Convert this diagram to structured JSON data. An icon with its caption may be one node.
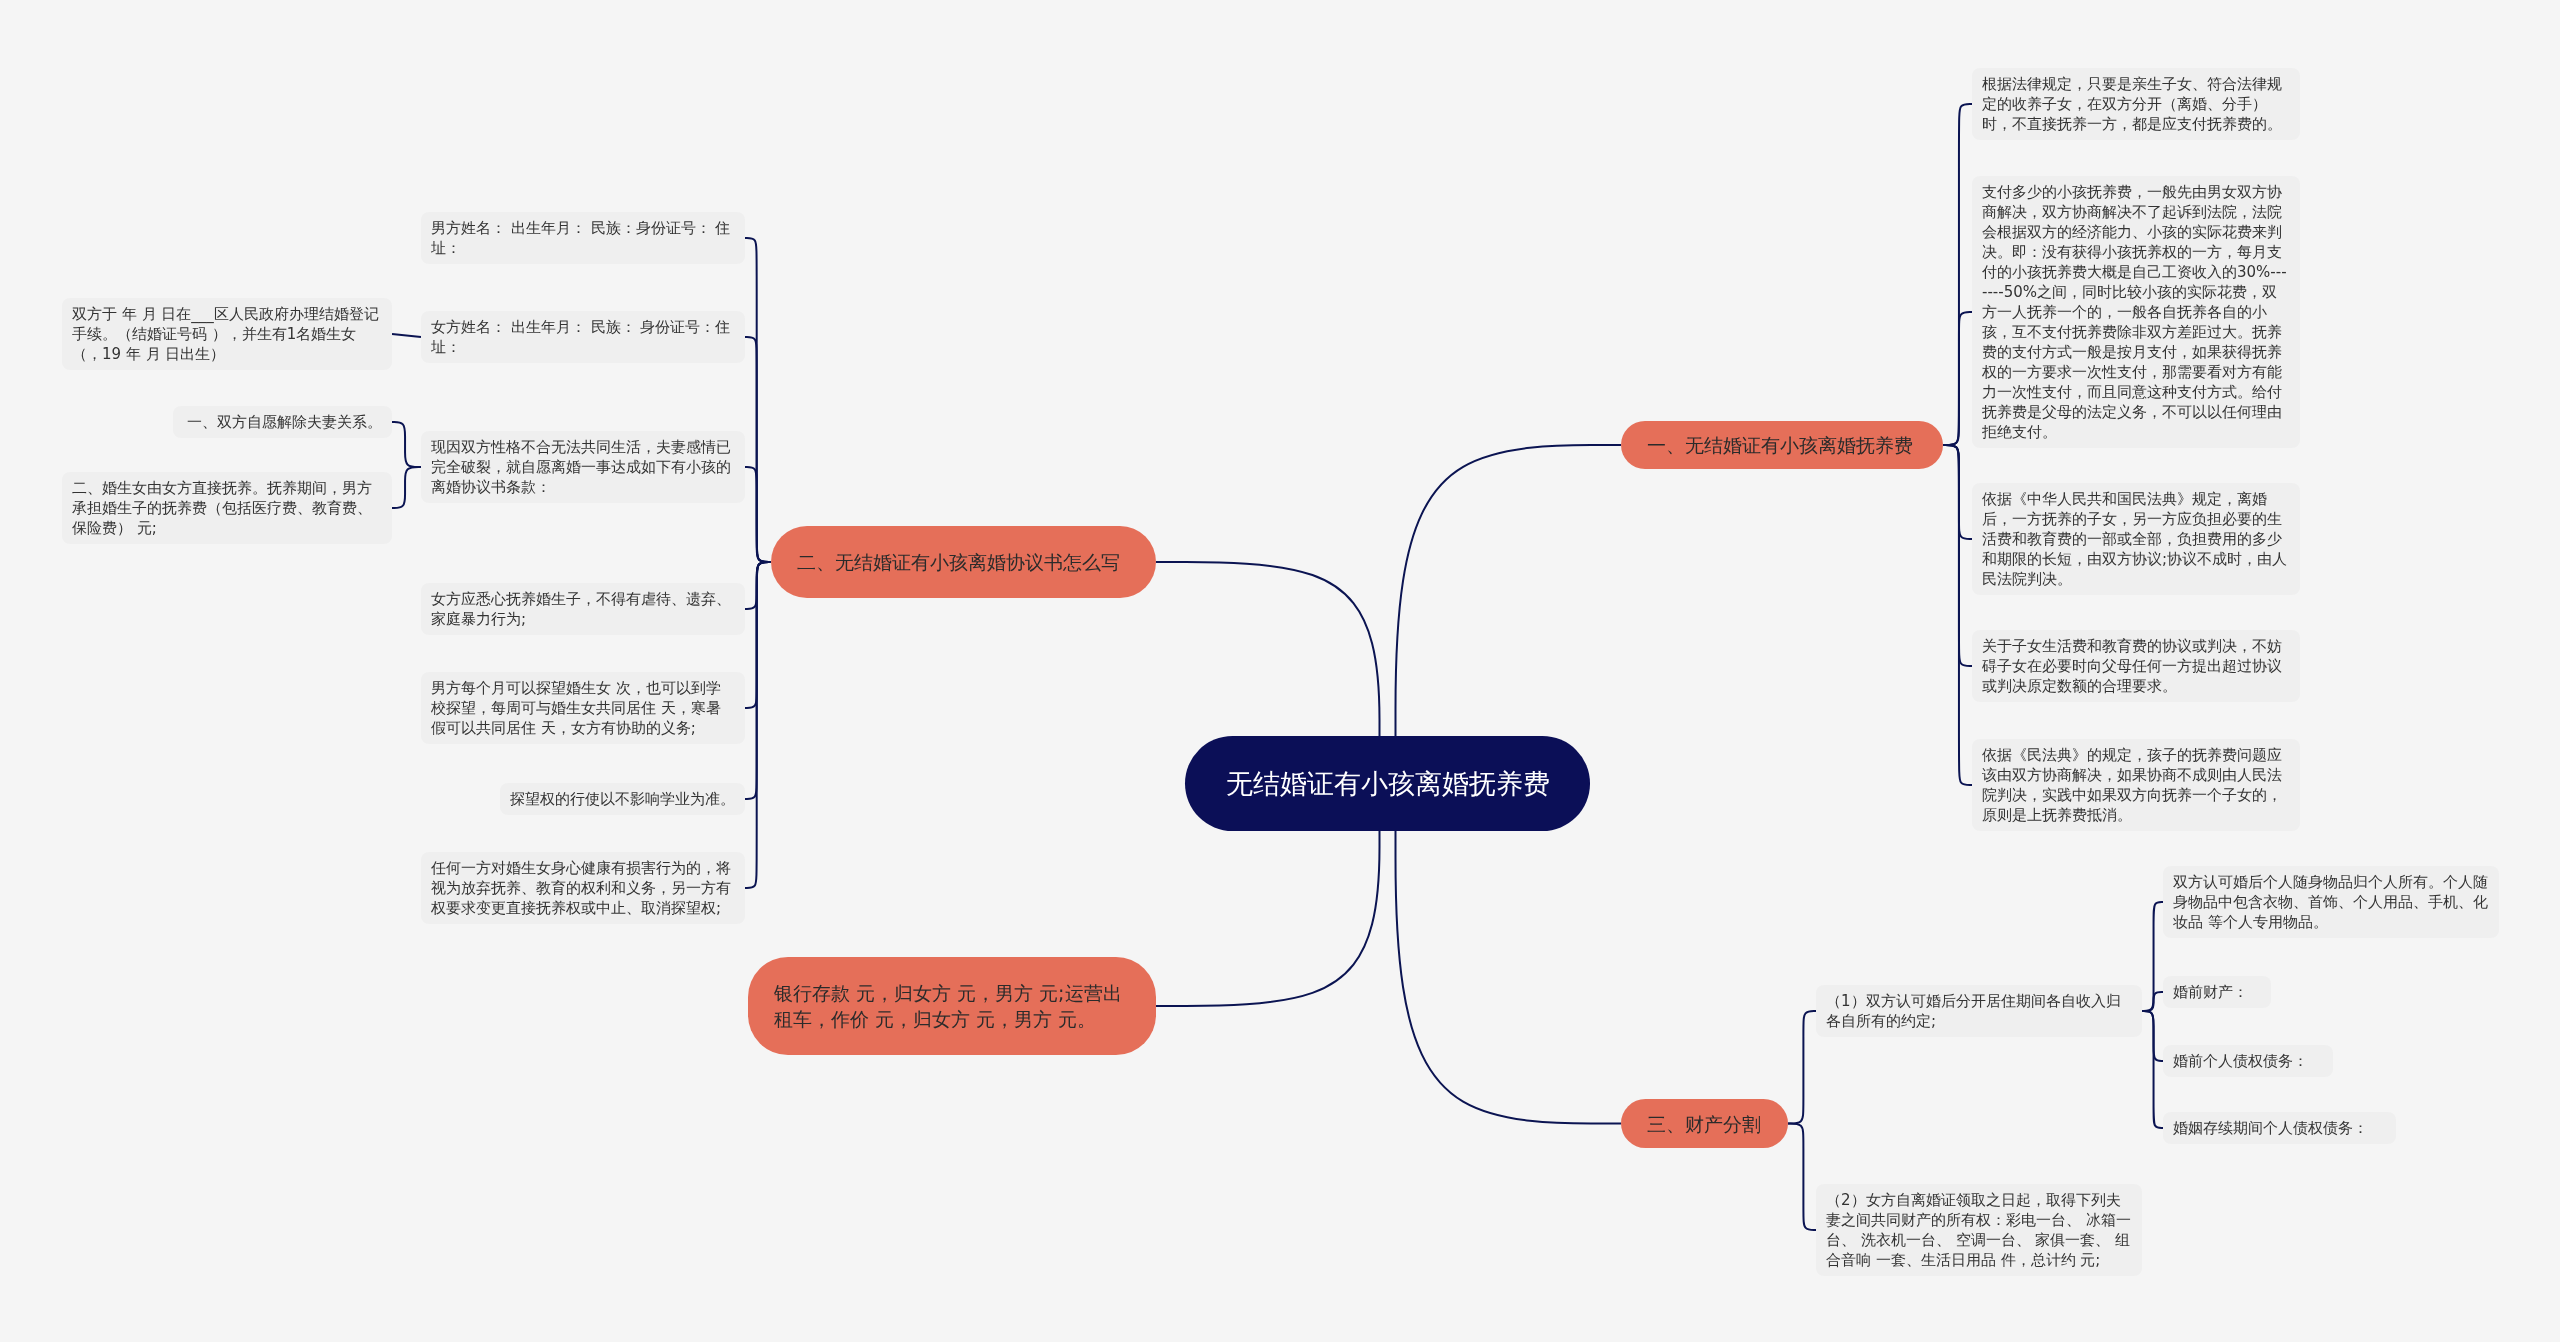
{
  "diagram": {
    "nodes": [
      {
        "text": [
          "无结婚证有小孩离婚抚养费"
        ]
      },
      {
        "text": [
          "二、无结婚证有小孩离婚协议书怎么写"
        ]
      },
      {
        "text": [
          "男方姓名： 出生年月： 民族：身份证号： 住址："
        ]
      },
      {
        "text": [
          "女方姓名： 出生年月： 民族： 身份证号：住址："
        ]
      },
      {
        "text": [
          "现因双方性格不合无法共同生活，夫妻感情已完全破裂，就自愿离婚一事达成如下有小孩的离婚协议书条款："
        ]
      },
      {
        "text": [
          "女方应悉心抚养婚生子，不得有虐待、遗弃、家庭暴力行为;"
        ]
      },
      {
        "text": [
          "男方每个月可以探望婚生女 次，也可以到学校探望，每周可与婚生女共同居住 天，寒暑假可以共同居住 天，女方有协助的义务;"
        ]
      },
      {
        "text": [
          "探望权的行使以不影响学业为准。"
        ]
      },
      {
        "text": [
          "任何一方对婚生女身心健康有损害行为的，将视为放弃抚养、教育的权利和义务，另一方有权要求变更直接抚养权或中止、取消探望权;"
        ]
      },
      {
        "text": [
          "双方于 年 月 日在___区人民政府办理结婚登记手续。（结婚证号码 ），并生有1名婚生女（，19 年 月 日出生）"
        ]
      },
      {
        "text": [
          "一、双方自愿解除夫妻关系。"
        ]
      },
      {
        "text": [
          "二、婚生女由女方直接抚养。抚养期间，男方承担婚生子的抚养费（包括医疗费、教育费、保险费） 元;"
        ]
      },
      {
        "text": [
          "银行存款 元，归女方 元，男方 元;运营出租车，作价 元，归女方 元，男方 元。"
        ]
      },
      {
        "text": [
          "一、无结婚证有小孩离婚抚养费"
        ]
      },
      {
        "text": [
          "根据法律规定，只要是亲生子女、符合法律规定的收养子女，在双方分开（离婚、分手）时，不直接抚养一方，都是应支付抚养费的。"
        ]
      },
      {
        "text": [
          "支付多少的小孩抚养费，一般先由男女双方协商解决，双方协商解决不了起诉到法院，法院会根据双方的经济能力、小孩的实际花费来判决。即：没有获得小孩抚养权的一方，每月支付的小孩抚养费大概是自己工资收入的30%-------50%之间，同时比较小孩的实际花费，双方一人抚养一个的，一般各自抚养各自的小孩，互不支付抚养费除非双方差距过大。抚养费的支付方式一般是按月支付，如果获得抚养权的一方要求一次性支付，那需要看对方有能力一次性支付，而且同意这种支付方式。给付抚养费是父母的法定义务，不可以以任何理由拒绝支付。"
        ]
      },
      {
        "text": [
          "依据《中华人民共和国民法典》规定，离婚后，一方抚养的子女，另一方应负担必要的生活费和教育费的一部或全部，负担费用的多少和期限的长短，由双方协议;协议不成时，由人民法院判决。"
        ]
      },
      {
        "text": [
          "关于子女生活费和教育费的协议或判决，不妨碍子女在必要时向父母任何一方提出超过协议或判决原定数额的合理要求。"
        ]
      },
      {
        "text": [
          "依据《民法典》的规定，孩子的抚养费问题应该由双方协商解决，如果协商不成则由人民法院判决，实践中如果双方向抚养一个子女的，原则是上抚养费抵消。"
        ]
      },
      {
        "text": [
          "三、财产分割"
        ]
      },
      {
        "text": [
          "（1）双方认可婚后分开居住期间各自收入归各自所有的约定;"
        ]
      },
      {
        "text": [
          "双方认可婚后个人随身物品归个人所有。个人随身物品中包含衣物、首饰、个人用品、手机、化妆品 等个人专用物品。"
        ]
      },
      {
        "text": [
          "婚前财产："
        ]
      },
      {
        "text": [
          "婚前个人债权债务："
        ]
      },
      {
        "text": [
          "婚姻存续期间个人债权债务："
        ]
      },
      {
        "text": [
          "（2）女方自离婚证领取之日起，取得下列夫妻之间共同财产的所有权：彩电一台、 冰箱一台、 洗衣机一台、 空调一台、 家俱一套、 组合音响 一套、生活日用品 件，总计约 元;"
        ]
      }
    ],
    "edges": [
      {
        "from": 0,
        "to": 1,
        "arrow": "none"
      },
      {
        "from": 1,
        "to": 2,
        "arrow": "none"
      },
      {
        "from": 1,
        "to": 3,
        "arrow": "none"
      },
      {
        "from": 1,
        "to": 4,
        "arrow": "none"
      },
      {
        "from": 1,
        "to": 5,
        "arrow": "none"
      },
      {
        "from": 1,
        "to": 6,
        "arrow": "none"
      },
      {
        "from": 1,
        "to": 7,
        "arrow": "none"
      },
      {
        "from": 1,
        "to": 8,
        "arrow": "none"
      },
      {
        "from": 3,
        "to": 9,
        "arrow": "none"
      },
      {
        "from": 4,
        "to": 10,
        "arrow": "none"
      },
      {
        "from": 4,
        "to": 11,
        "arrow": "none"
      },
      {
        "from": 0,
        "to": 12,
        "arrow": "none"
      },
      {
        "from": 0,
        "to": 13,
        "arrow": "none"
      },
      {
        "from": 13,
        "to": 14,
        "arrow": "none"
      },
      {
        "from": 13,
        "to": 15,
        "arrow": "none"
      },
      {
        "from": 13,
        "to": 16,
        "arrow": "none"
      },
      {
        "from": 13,
        "to": 17,
        "arrow": "none"
      },
      {
        "from": 13,
        "to": 18,
        "arrow": "none"
      },
      {
        "from": 0,
        "to": 19,
        "arrow": "none"
      },
      {
        "from": 19,
        "to": 20,
        "arrow": "none"
      },
      {
        "from": 20,
        "to": 21,
        "arrow": "none"
      },
      {
        "from": 20,
        "to": 22,
        "arrow": "none"
      },
      {
        "from": 20,
        "to": 23,
        "arrow": "none"
      },
      {
        "from": 20,
        "to": 24,
        "arrow": "none"
      },
      {
        "from": 19,
        "to": 25,
        "arrow": "none"
      }
    ]
  }
}
